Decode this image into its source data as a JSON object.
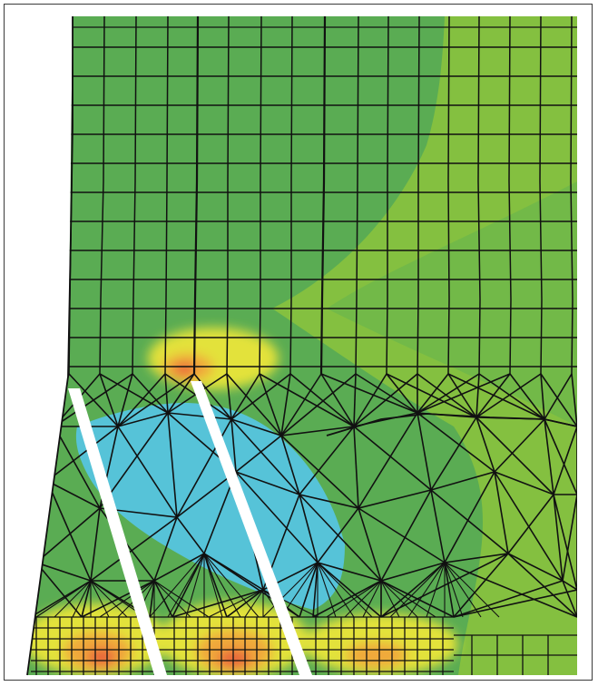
{
  "figure": {
    "kind": "finite element mesh with stress contour",
    "colors": {
      "background": "#ffffff",
      "frame": "#3a3a3a",
      "mesh_line": "#111111",
      "contour_green_dark": "#5aac53",
      "contour_green_mid": "#72b948",
      "contour_green_light": "#84c040",
      "contour_yellow": "#e3e23a",
      "contour_orange": "#f0a83a",
      "contour_red": "#e8643a",
      "contour_cyan": "#56c3d8",
      "slot_fill": "#ffffff"
    },
    "regions": [
      "upper-quad-mesh",
      "middle-triangular-mesh",
      "lower-refined-mesh",
      "inclined-slot-left",
      "inclined-slot-right",
      "stress-hotspot-top",
      "stress-hotspot-bottom-left",
      "stress-hotspot-bottom-middle",
      "stress-hotspot-bottom-right",
      "low-stress-zone-cyan"
    ]
  }
}
